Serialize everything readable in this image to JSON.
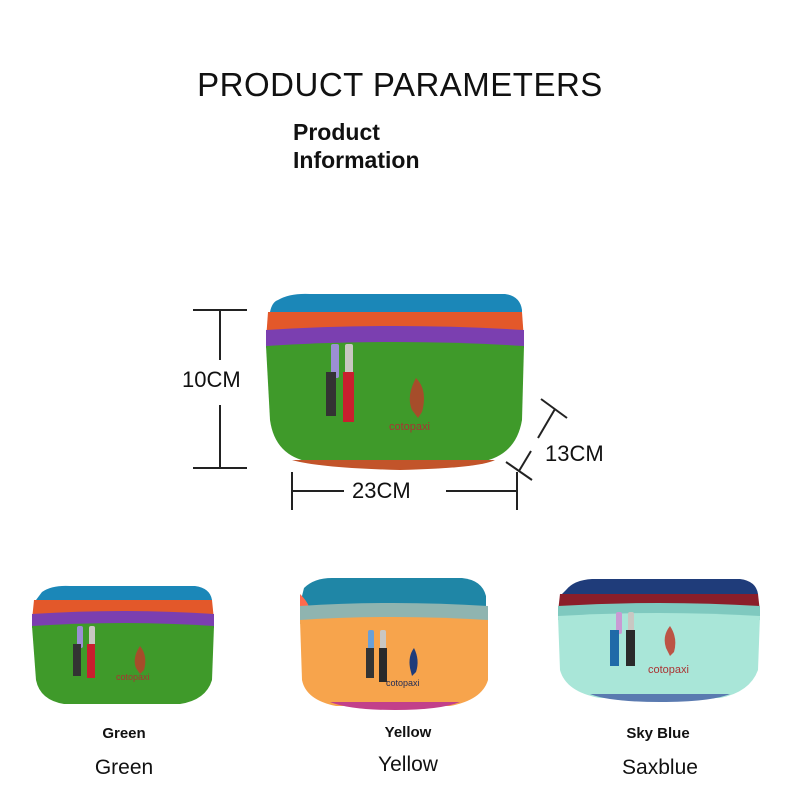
{
  "page": {
    "title": "PRODUCT PARAMETERS",
    "subtitle_line1": "Product",
    "subtitle_line2": "Information"
  },
  "dimensions": {
    "height": "10CM",
    "width": "23CM",
    "depth": "13CM"
  },
  "variants": [
    {
      "label_en": "Green",
      "label_name": "Green",
      "brand": "cotopaxi",
      "colors": {
        "top": "#1b87b8",
        "band": "#e3582a",
        "trim": "#7b3fb0",
        "body": "#3f9a2a"
      }
    },
    {
      "label_en": "Yellow",
      "label_name": "Yellow",
      "brand": "cotopaxi",
      "colors": {
        "top": "#1f86a6",
        "band": "#ff6a4d",
        "trim": "#8fb4b0",
        "body": "#f7a44c"
      }
    },
    {
      "label_en": "Sky Blue",
      "label_name": "Saxblue",
      "brand": "cotopaxi",
      "colors": {
        "top": "#1f3c7a",
        "band": "#8b1e2a",
        "trim": "#7fc9bf",
        "body": "#a9e6d8"
      }
    }
  ],
  "main_product": {
    "brand": "cotopaxi"
  }
}
